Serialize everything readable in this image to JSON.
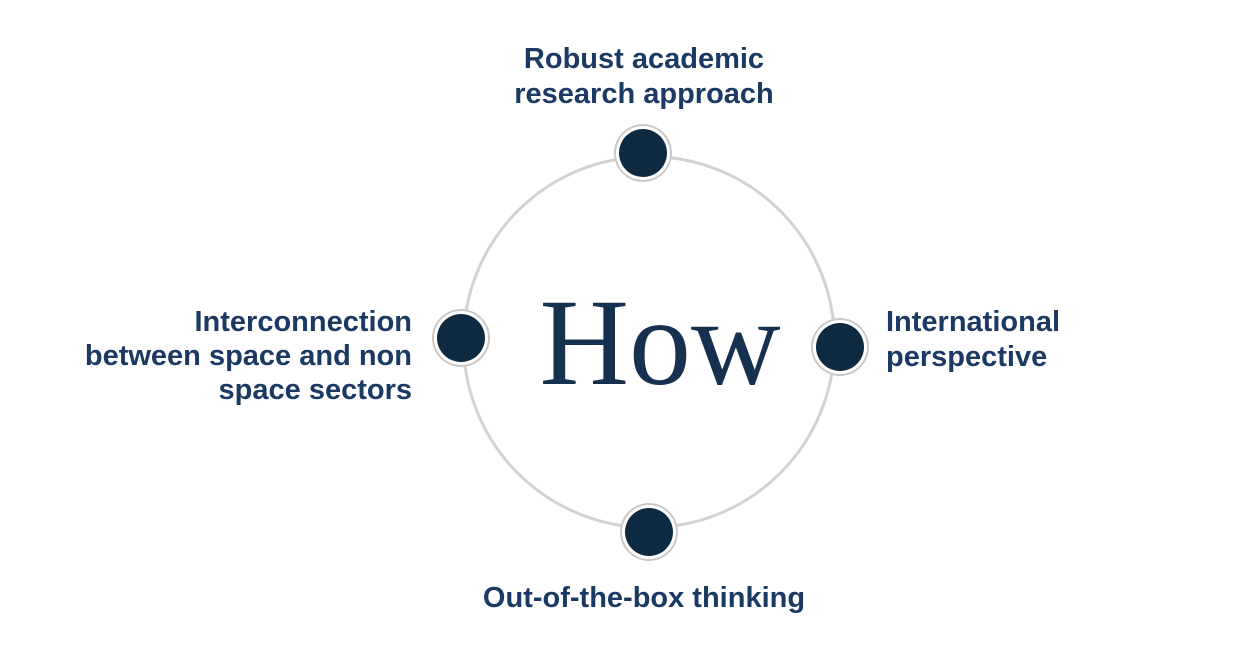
{
  "diagram": {
    "center_label": "How",
    "labels": {
      "top": "Robust academic\nresearch approach",
      "right": "International\nperspective",
      "bottom": "Out-of-the-box thinking",
      "left": "Interconnection\nbetween space and non\nspace sectors"
    }
  },
  "colors": {
    "background": "#ffffff",
    "label_text": "#1a3a64",
    "center_text": "#16304f",
    "node_fill": "#0e2a40",
    "ring_stroke": "#d2d2d2",
    "node_ring": "#c9c9c9"
  }
}
